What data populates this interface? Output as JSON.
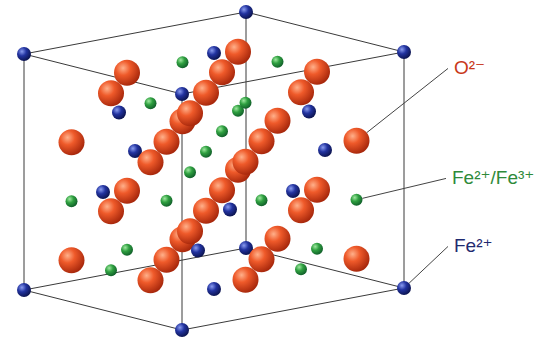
{
  "diagram": {
    "labels": [
      "O²⁻",
      "Fe²⁺/Fe³⁺",
      "Fe²⁺"
    ]
  }
}
